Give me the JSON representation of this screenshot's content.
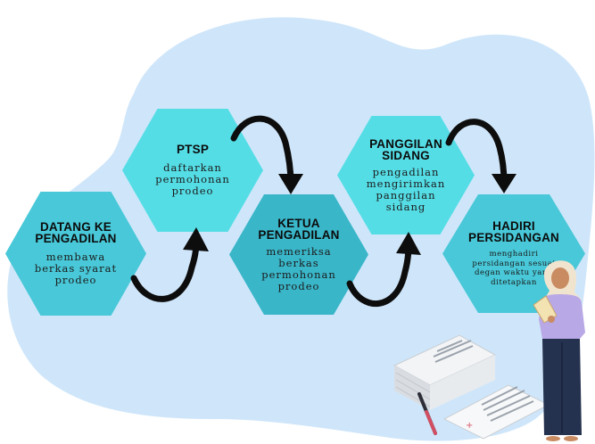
{
  "steps": [
    {
      "title": "DATANG KE\nPENGADILAN",
      "desc": "membawa\nberkas syarat\nprodeo"
    },
    {
      "title": "PTSP",
      "desc": "daftarkan\npermohonan\nprodeo"
    },
    {
      "title": "KETUA\nPENGADILAN",
      "desc": "memeriksa\nberkas\npermohonan\nprodeo"
    },
    {
      "title": "PANGGILAN\nSIDANG",
      "desc": "pengadilan\nmengirimkan\npanggilan\nsidang"
    },
    {
      "title": "HADIRI\nPERSIDANGAN",
      "desc": "menghadiri\npersidangan sesuai\ndegan waktu yang\nditetapkan"
    }
  ],
  "colors": {
    "blob": "#cfe6fa",
    "hex_light": "#55dde6",
    "hex_mid": "#48c8d8",
    "hex_dark": "#3ab6c9",
    "arrow": "#0d0d0d"
  },
  "icons": [
    "curved-arrow-icon",
    "document-stack-icon",
    "woman-figure-icon"
  ]
}
